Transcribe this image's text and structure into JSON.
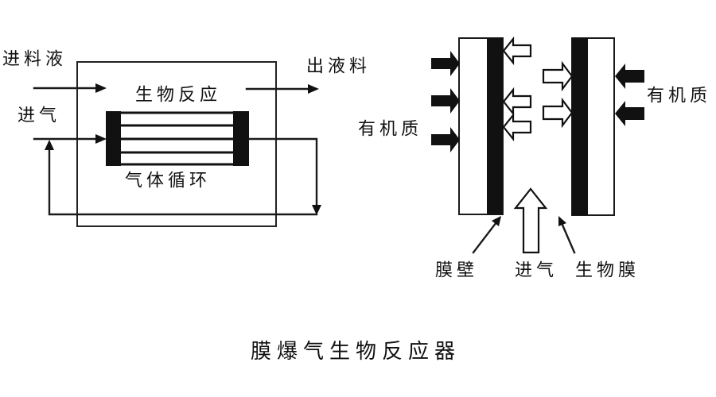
{
  "title": "膜爆气生物反应器",
  "left_diagram": {
    "labels": {
      "feed_liquid": "进料液",
      "gas_inlet": "进气",
      "bioreaction": "生物反应",
      "gas_circulation": "气体循环",
      "effluent": "出液料"
    }
  },
  "right_diagram": {
    "labels": {
      "organic_matter_left": "有机质",
      "organic_matter_right": "有机质",
      "membrane_wall": "膜壁",
      "gas_inlet": "进气",
      "biofilm": "生物膜"
    }
  },
  "colors": {
    "ink": "#111111",
    "background": "#ffffff"
  }
}
